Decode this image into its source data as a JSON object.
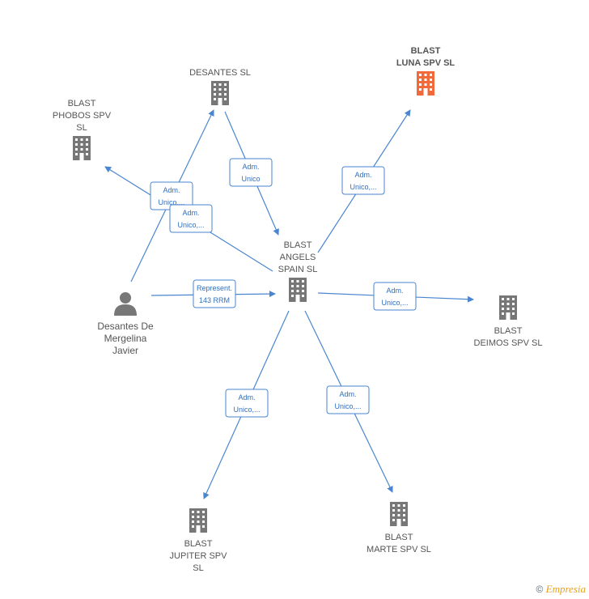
{
  "nodes": {
    "blast_angels": {
      "label": [
        "BLAST",
        "ANGELS",
        "SPAIN  SL"
      ],
      "kind": "company",
      "color": "#777777"
    },
    "desantes": {
      "label": [
        "DESANTES  SL"
      ],
      "kind": "company",
      "color": "#777777"
    },
    "blast_luna": {
      "label": [
        "BLAST",
        "LUNA  SPV  SL"
      ],
      "kind": "company",
      "color": "#f06a3c",
      "highlight": true
    },
    "blast_phobos": {
      "label": [
        "BLAST",
        "PHOBOS SPV",
        "SL"
      ],
      "kind": "company",
      "color": "#777777"
    },
    "blast_deimos": {
      "label": [
        "BLAST",
        "DEIMOS SPV  SL"
      ],
      "kind": "company",
      "color": "#777777"
    },
    "blast_jupiter": {
      "label": [
        "BLAST",
        "JUPITER SPV",
        "SL"
      ],
      "kind": "company",
      "color": "#777777"
    },
    "blast_marte": {
      "label": [
        "BLAST",
        "MARTE SPV  SL"
      ],
      "kind": "company",
      "color": "#777777"
    },
    "desantes_person": {
      "label": [
        "Desantes De",
        "Mergelina",
        "Javier"
      ],
      "kind": "person",
      "color": "#777777"
    }
  },
  "edges": [
    {
      "from": "desantes_person",
      "to": "blast_angels",
      "label": [
        "Represent.",
        "143 RRM"
      ]
    },
    {
      "from": "desantes_person",
      "to": "desantes",
      "label": [
        "Adm.",
        "Unico,..."
      ]
    },
    {
      "from": "blast_angels",
      "to": "blast_phobos",
      "label": [
        "Adm.",
        "Unico,..."
      ]
    },
    {
      "from": "desantes",
      "to": "blast_angels",
      "label": [
        "Adm.",
        "Unico"
      ]
    },
    {
      "from": "blast_angels",
      "to": "blast_luna",
      "label": [
        "Adm.",
        "Unico,..."
      ]
    },
    {
      "from": "blast_angels",
      "to": "blast_deimos",
      "label": [
        "Adm.",
        "Unico,..."
      ]
    },
    {
      "from": "blast_angels",
      "to": "blast_jupiter",
      "label": [
        "Adm.",
        "Unico,..."
      ]
    },
    {
      "from": "blast_angels",
      "to": "blast_marte",
      "label": [
        "Adm.",
        "Unico,..."
      ]
    }
  ],
  "footer": {
    "copyright_symbol": "©",
    "brand": "Empresia"
  }
}
